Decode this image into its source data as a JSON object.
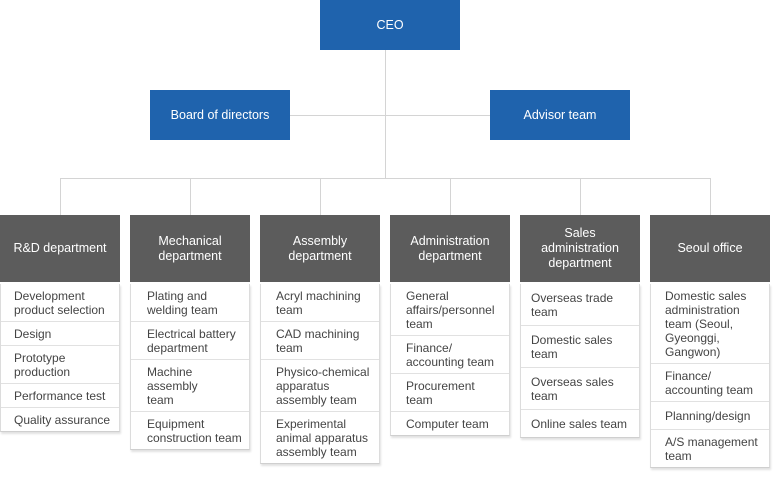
{
  "ceo": {
    "label": "CEO"
  },
  "board": {
    "label": "Board of directors"
  },
  "advisor": {
    "label": "Advisor team"
  },
  "departments": [
    {
      "name": "R&D department",
      "teams": [
        "Development product selection",
        "Design",
        "Prototype production",
        "Performance test",
        "Quality assurance"
      ]
    },
    {
      "name": "Mechanical department",
      "teams": [
        "Plating and welding team",
        "Electrical battery department",
        "Machine assembly team",
        "Equipment construction team"
      ]
    },
    {
      "name": "Assembly department",
      "teams": [
        "Acryl machining team",
        "CAD machining team",
        "Physico-chemical apparatus assembly team",
        "Experimental animal apparatus assembly team"
      ]
    },
    {
      "name": "Administration department",
      "teams": [
        "General affairs/personnel team",
        "Finance/ accounting team",
        "Procurement team",
        "Computer team"
      ]
    },
    {
      "name": "Sales administration department",
      "teams": [
        "Overseas trade team",
        "Domestic sales team",
        "Overseas sales team",
        "Online sales team"
      ]
    },
    {
      "name": "Seoul office",
      "teams": [
        "Domestic sales administration team (Seoul, Gyeonggi, Gangwon)",
        "Finance/ accounting team",
        "Planning/design",
        "A/S management team"
      ]
    }
  ],
  "colors": {
    "top_box": "#1f63ad",
    "department_box": "#5c5c5c",
    "connector": "#d4d4d4"
  }
}
